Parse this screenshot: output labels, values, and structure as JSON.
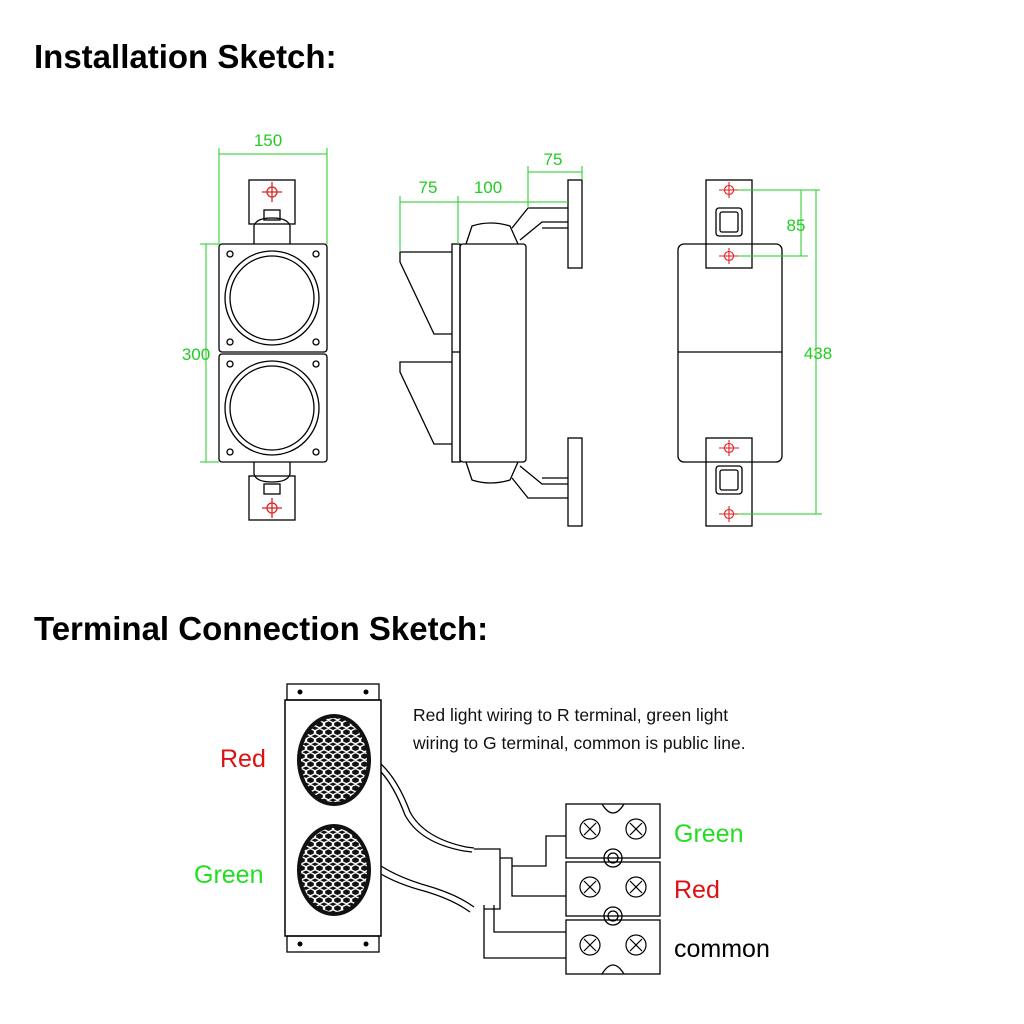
{
  "titles": {
    "installation": "Installation Sketch:",
    "terminal": "Terminal Connection Sketch:"
  },
  "dimensions": {
    "front_width": "150",
    "front_height": "300",
    "side_depth_front": "75",
    "side_depth_body": "100",
    "side_bracket": "75",
    "back_bracket_spacing": "85",
    "back_total_height": "438"
  },
  "terminal": {
    "note_line1": "Red light wiring to R terminal, green light",
    "note_line2": "wiring to G terminal, common is public line.",
    "light_labels": {
      "top": "Red",
      "bottom": "Green"
    },
    "terminal_labels": {
      "top": "Green",
      "middle": "Red",
      "bottom": "common"
    }
  },
  "colors": {
    "dimension": "#22cc22",
    "red_label": "#dd1111",
    "green_label": "#22dd22",
    "outline": "#000000"
  }
}
